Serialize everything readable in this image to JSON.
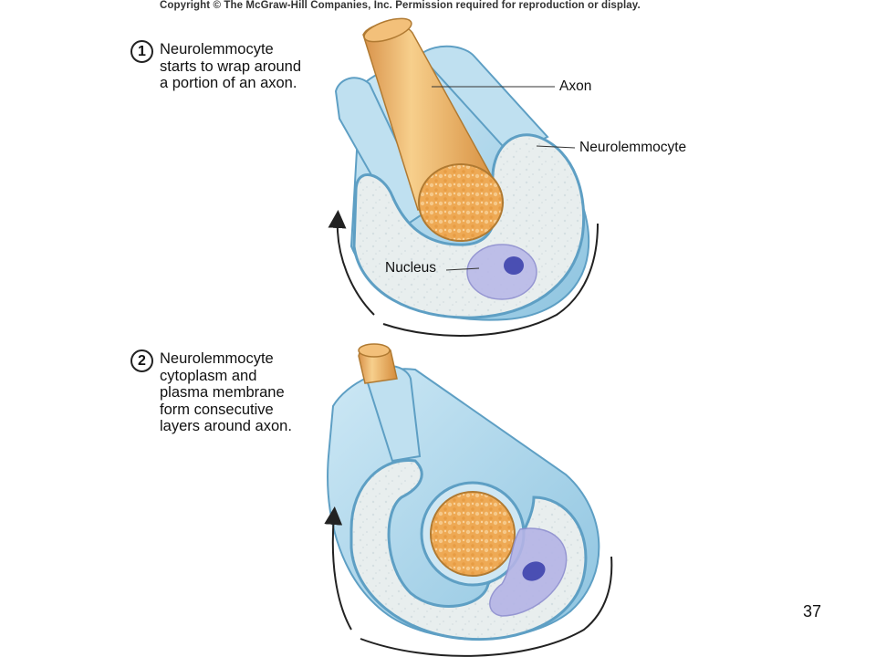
{
  "copyright": "Copyright © The McGraw-Hill Companies, Inc. Permission required for reproduction or display.",
  "steps": [
    {
      "number": "1",
      "text": "Neurolemmocyte\nstarts to wrap around\na portion of an axon."
    },
    {
      "number": "2",
      "text": "Neurolemmocyte\ncytoplasm and\nplasma membrane\nform consecutive\nlayers around axon."
    }
  ],
  "labels": {
    "axon": "Axon",
    "neurolemmocyte": "Neurolemmocyte",
    "nucleus": "Nucleus"
  },
  "slide_number": "37",
  "colors": {
    "membrane": "#a9d3ea",
    "membrane_edge": "#5e9fc4",
    "cytoplasm": "#e9eeee",
    "axon": "#f1b564",
    "axon_edge": "#b07a32",
    "nucleus": "#8f8fd8"
  }
}
